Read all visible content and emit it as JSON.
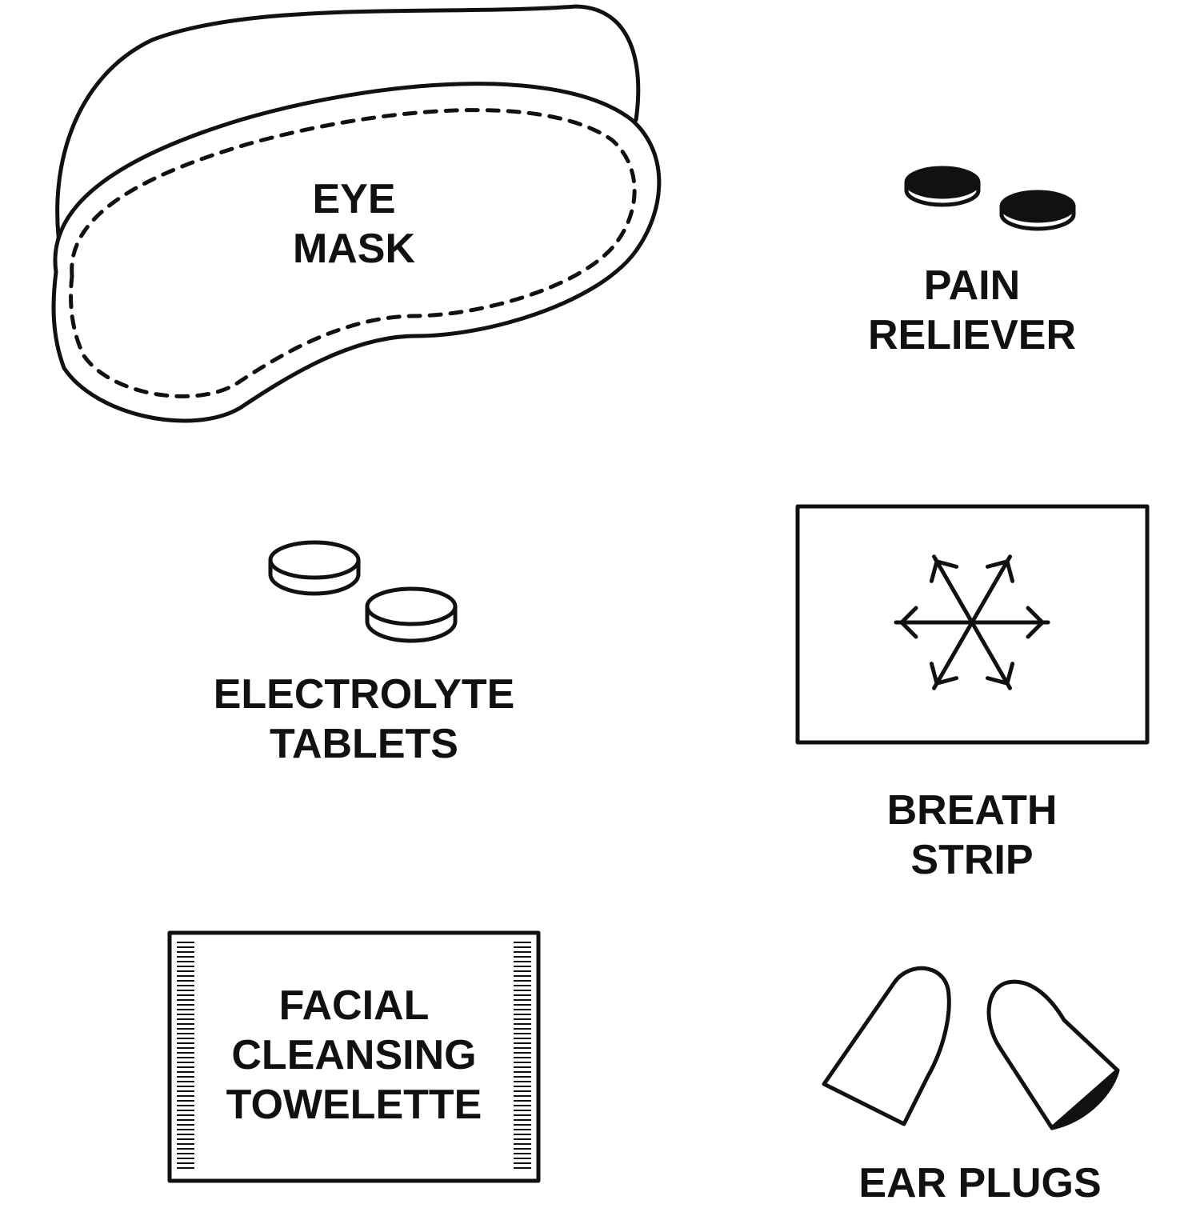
{
  "colors": {
    "stroke": "#111111",
    "fill": "#111111",
    "background": "#ffffff"
  },
  "items": {
    "eye_mask": {
      "icon": "eye-mask-icon",
      "lines": [
        "EYE",
        "MASK"
      ]
    },
    "pain_reliever": {
      "icon": "pills-filled-icon",
      "lines": [
        "PAIN",
        "RELIEVER"
      ]
    },
    "electrolyte_tablets": {
      "icon": "pills-outline-icon",
      "lines": [
        "ELECTROLYTE",
        "TABLETS"
      ]
    },
    "breath_strip": {
      "icon": "snowflake-icon",
      "lines": [
        "BREATH",
        "STRIP"
      ]
    },
    "facial_towelette": {
      "icon": "towelette-packet-icon",
      "lines": [
        "FACIAL",
        "CLEANSING",
        "TOWELETTE"
      ]
    },
    "ear_plugs": {
      "icon": "ear-plugs-icon",
      "lines": [
        "EAR PLUGS"
      ]
    }
  }
}
